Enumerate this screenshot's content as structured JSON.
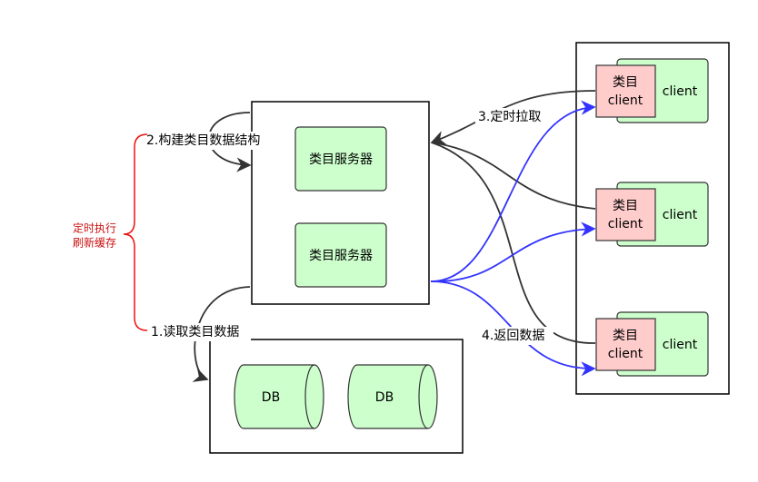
{
  "colors": {
    "green_fill": "#ccffcc",
    "pink_fill": "#ffcccc",
    "black_edge": "#333333",
    "blue_edge": "#3333ff",
    "red_brace": "#ee1111"
  },
  "server_group": {
    "servers": [
      {
        "label": "类目服务器"
      },
      {
        "label": "类目服务器"
      }
    ]
  },
  "db_group": {
    "dbs": [
      {
        "label": "DB"
      },
      {
        "label": "DB"
      }
    ]
  },
  "client_group": {
    "clients": [
      {
        "cache_label_line1": "类目",
        "cache_label_line2": "client",
        "label": "client"
      },
      {
        "cache_label_line1": "类目",
        "cache_label_line2": "client",
        "label": "client"
      },
      {
        "cache_label_line1": "类目",
        "cache_label_line2": "client",
        "label": "client"
      }
    ]
  },
  "edges": {
    "step1": "1.读取类目数据",
    "step2": "2.构建类目数据结构",
    "step3": "3.定时拉取",
    "step4": "4.返回数据"
  },
  "annotation": {
    "line1": "定时执行",
    "line2": "刷新缓存"
  }
}
